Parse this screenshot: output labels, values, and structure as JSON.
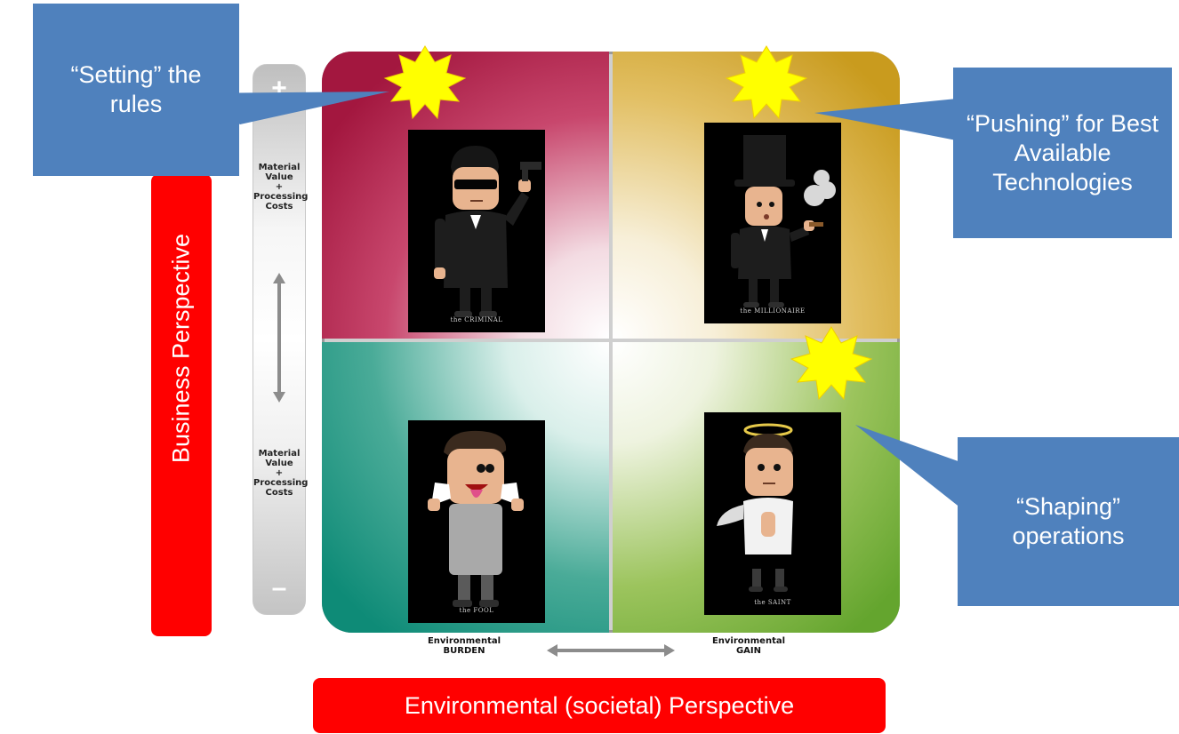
{
  "matrix": {
    "quadrants": [
      {
        "position": "top-left",
        "caption": "the CRIMINAL"
      },
      {
        "position": "top-right",
        "caption": "the MILLIONAIRE"
      },
      {
        "position": "bottom-left",
        "caption": "the FOOL"
      },
      {
        "position": "bottom-right",
        "caption": "the SAINT"
      }
    ]
  },
  "vertical_axis": {
    "label": "Business Perspective",
    "top_sign": "+",
    "bottom_sign": "–",
    "top_line1": "Material",
    "top_line2": "Value",
    "top_line3": "+",
    "top_line4": "Processing",
    "top_line5": "Costs",
    "bottom_line1": "Material",
    "bottom_line2": "Value",
    "bottom_line3": "+",
    "bottom_line4": "Processing",
    "bottom_line5": "Costs"
  },
  "horizontal_axis": {
    "label": "Environmental (societal) Perspective",
    "left_line1": "Environmental",
    "left_line2": "BURDEN",
    "right_line1": "Environmental",
    "right_line2": "GAIN"
  },
  "callouts": {
    "setting": "“Setting” the rules",
    "pushing": "“Pushing” for Best Available Technologies",
    "shaping": "“Shaping” operations"
  },
  "colors": {
    "accent_red": "#ff0000",
    "callout_blue": "#4f81bd",
    "burst_yellow": "#ffff00"
  }
}
